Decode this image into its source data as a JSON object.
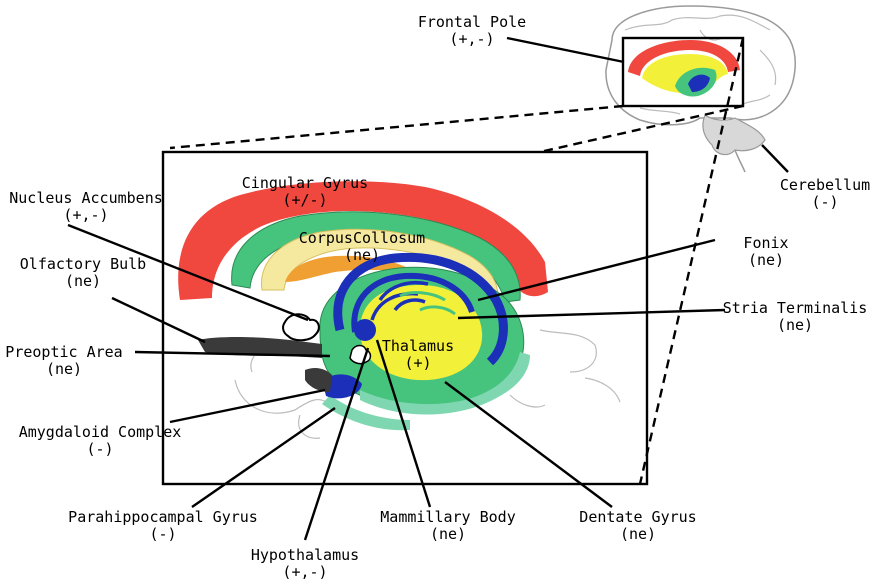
{
  "labels": {
    "frontal_pole": {
      "name": "Frontal Pole",
      "value": "(+,-)"
    },
    "cerebellum": {
      "name": "Cerebellum",
      "value": "(-)"
    },
    "nucleus_accumbens": {
      "name": "Nucleus Accumbens",
      "value": "(+,-)"
    },
    "cingular_gyrus": {
      "name": "Cingular Gyrus",
      "value": "(+/-)"
    },
    "corpus_collosum": {
      "name": "CorpusCollosum",
      "value": "(ne)"
    },
    "olfactory_bulb": {
      "name": "Olfactory Bulb",
      "value": "(ne)"
    },
    "fonix": {
      "name": "Fonix",
      "value": "(ne)"
    },
    "stria_terminalis": {
      "name": "Stria Terminalis",
      "value": "(ne)"
    },
    "preoptic_area": {
      "name": "Preoptic Area",
      "value": "(ne)"
    },
    "thalamus": {
      "name": "Thalamus",
      "value": "(+)"
    },
    "amygdaloid": {
      "name": "Amygdaloid Complex",
      "value": "(-)"
    },
    "parahippocampal": {
      "name": "Parahippocampal Gyrus",
      "value": "(-)"
    },
    "mammillary": {
      "name": "Mammillary Body",
      "value": "(ne)"
    },
    "dentate": {
      "name": "Dentate Gyrus",
      "value": "(ne)"
    },
    "hypothalamus": {
      "name": "Hypothalamus",
      "value": "(+,-)"
    }
  },
  "colors": {
    "cingulate": "#f0473f",
    "corpus": "#f5e9a0",
    "fornix_blue": "#1c2fb8",
    "limbic_green": "#46c47e",
    "thalamus_yellow": "#f3f03a",
    "outline": "#000000"
  }
}
